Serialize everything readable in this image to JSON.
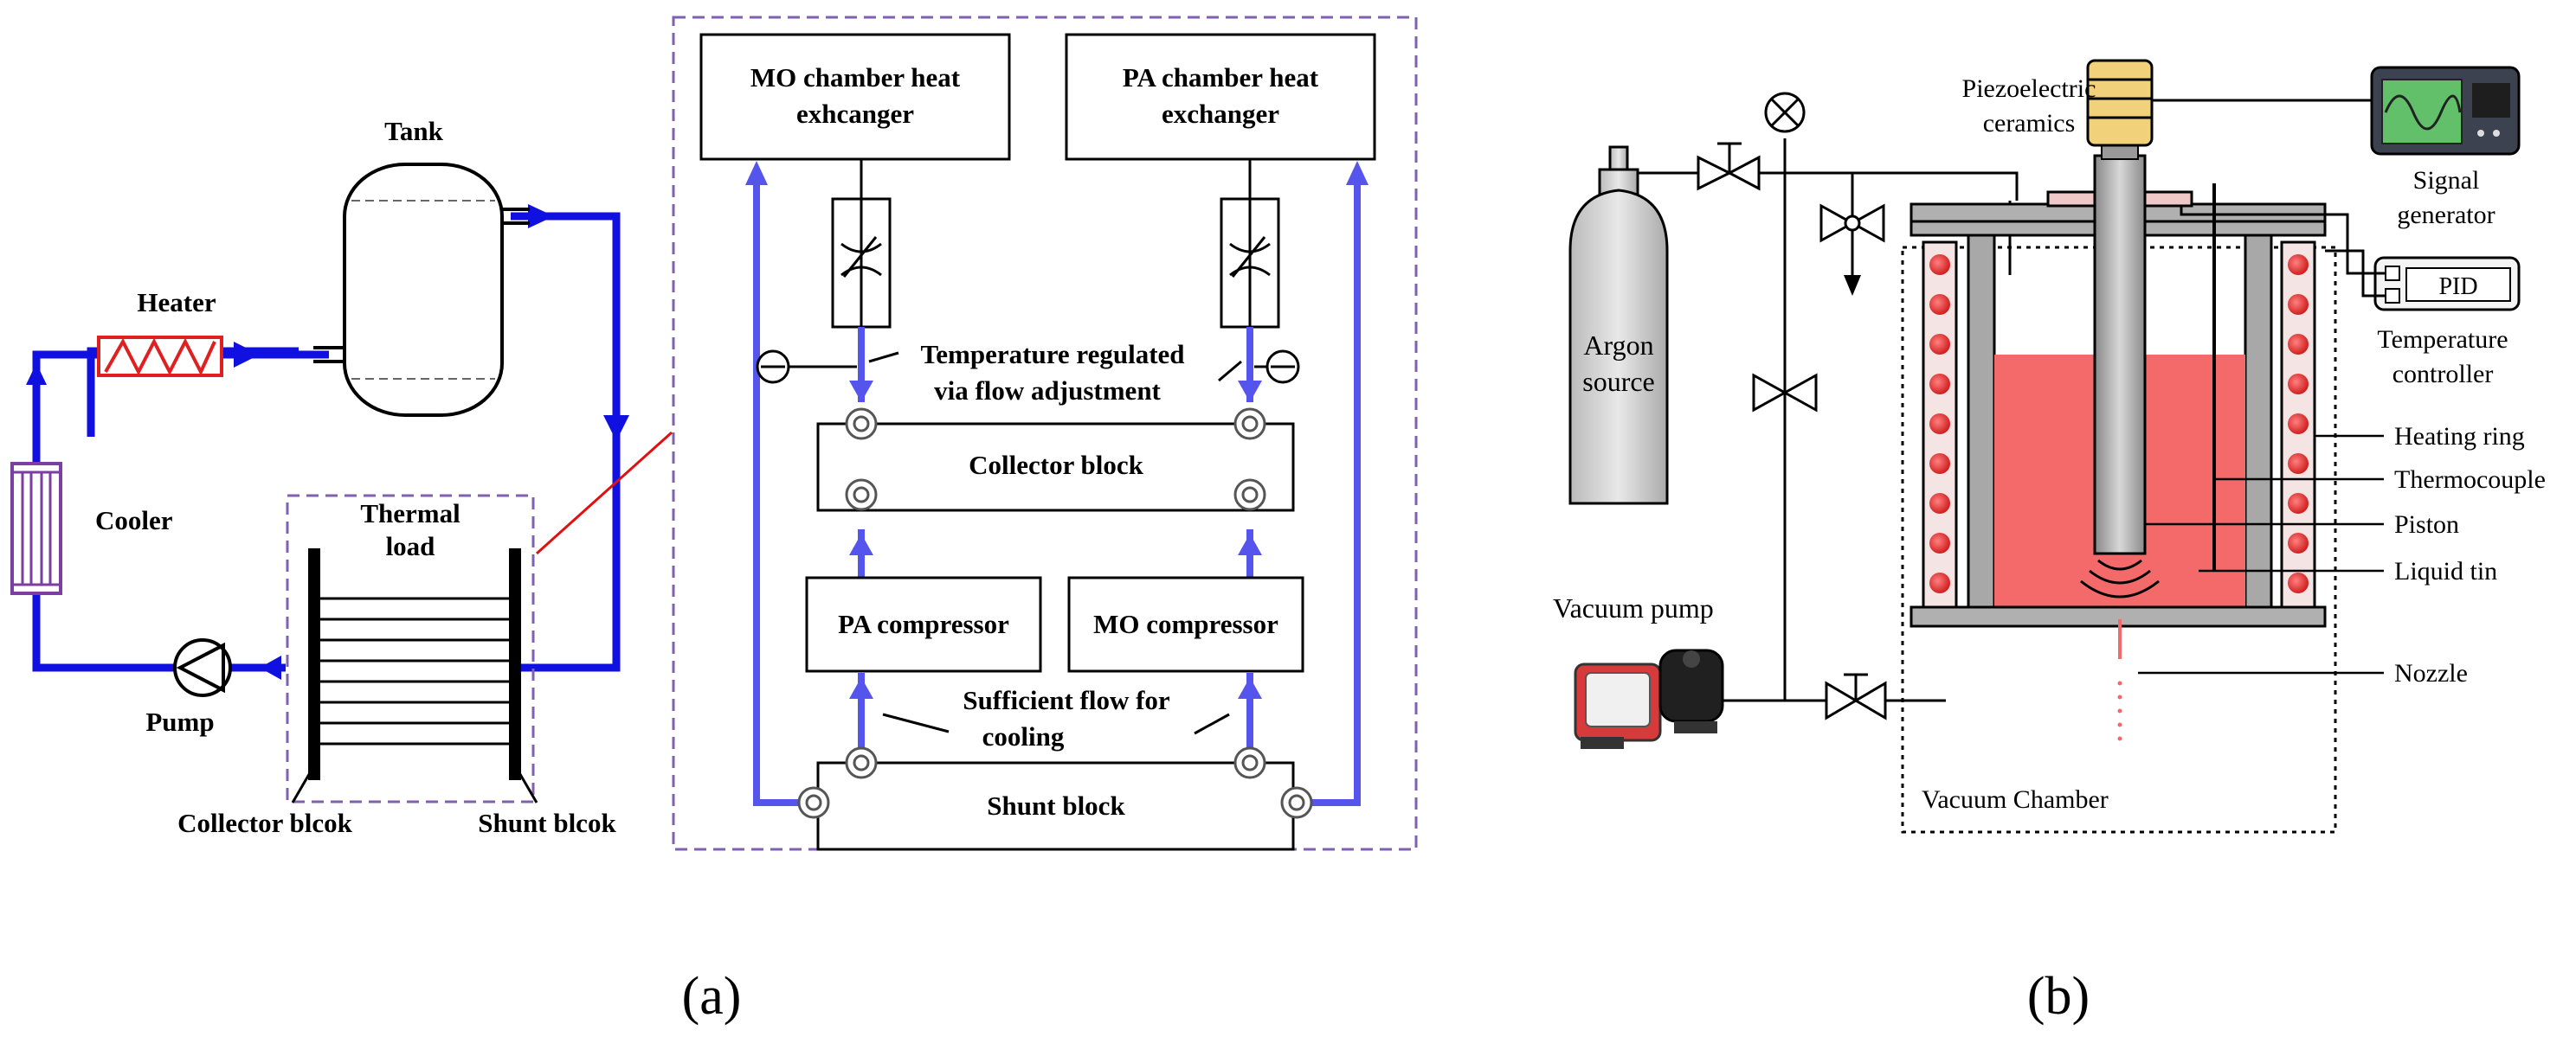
{
  "panel_a": {
    "label": "(a)",
    "tank": "Tank",
    "heater": "Heater",
    "cooler": "Cooler",
    "pump": "Pump",
    "thermal_load_line1": "Thermal",
    "thermal_load_line2": "load",
    "collector_blcok": "Collector blcok",
    "shunt_blcok": "Shunt blcok",
    "mo_hx_line1": "MO chamber heat",
    "mo_hx_line2": "exhcanger",
    "pa_hx_line1": "PA chamber heat",
    "pa_hx_line2": "exchanger",
    "temp_reg_line1": "Temperature regulated",
    "temp_reg_line2": "via flow adjustment",
    "collector_block": "Collector  block",
    "pa_compressor": "PA compressor",
    "mo_compressor": "MO compressor",
    "sufficient_line1": "Sufficient flow for",
    "sufficient_line2": "cooling",
    "shunt_block": "Shunt block"
  },
  "panel_b": {
    "label": "(b)",
    "argon_line1": "Argon",
    "argon_line2": "source",
    "piezo_line1": "Piezoelectric",
    "piezo_line2": "ceramics",
    "signal_line1": "Signal",
    "signal_line2": "generator",
    "pid": "PID",
    "tempctrl_line1": "Temperature",
    "tempctrl_line2": "controller",
    "heating_ring": "Heating ring",
    "thermocouple": "Thermocouple",
    "piston": "Piston",
    "liquid_tin": "Liquid tin",
    "nozzle": "Nozzle",
    "vacuum_pump": "Vacuum pump",
    "vacuum_chamber": "Vacuum Chamber"
  },
  "colors": {
    "flow_blue": "#1010e0",
    "inner_blue": "#5555ee",
    "heater_red": "#e02020",
    "cooler_purple": "#7a3fa0",
    "dashed_purple": "#8060b0",
    "tin_red": "#f46a6a",
    "leader_red": "#e01010"
  }
}
